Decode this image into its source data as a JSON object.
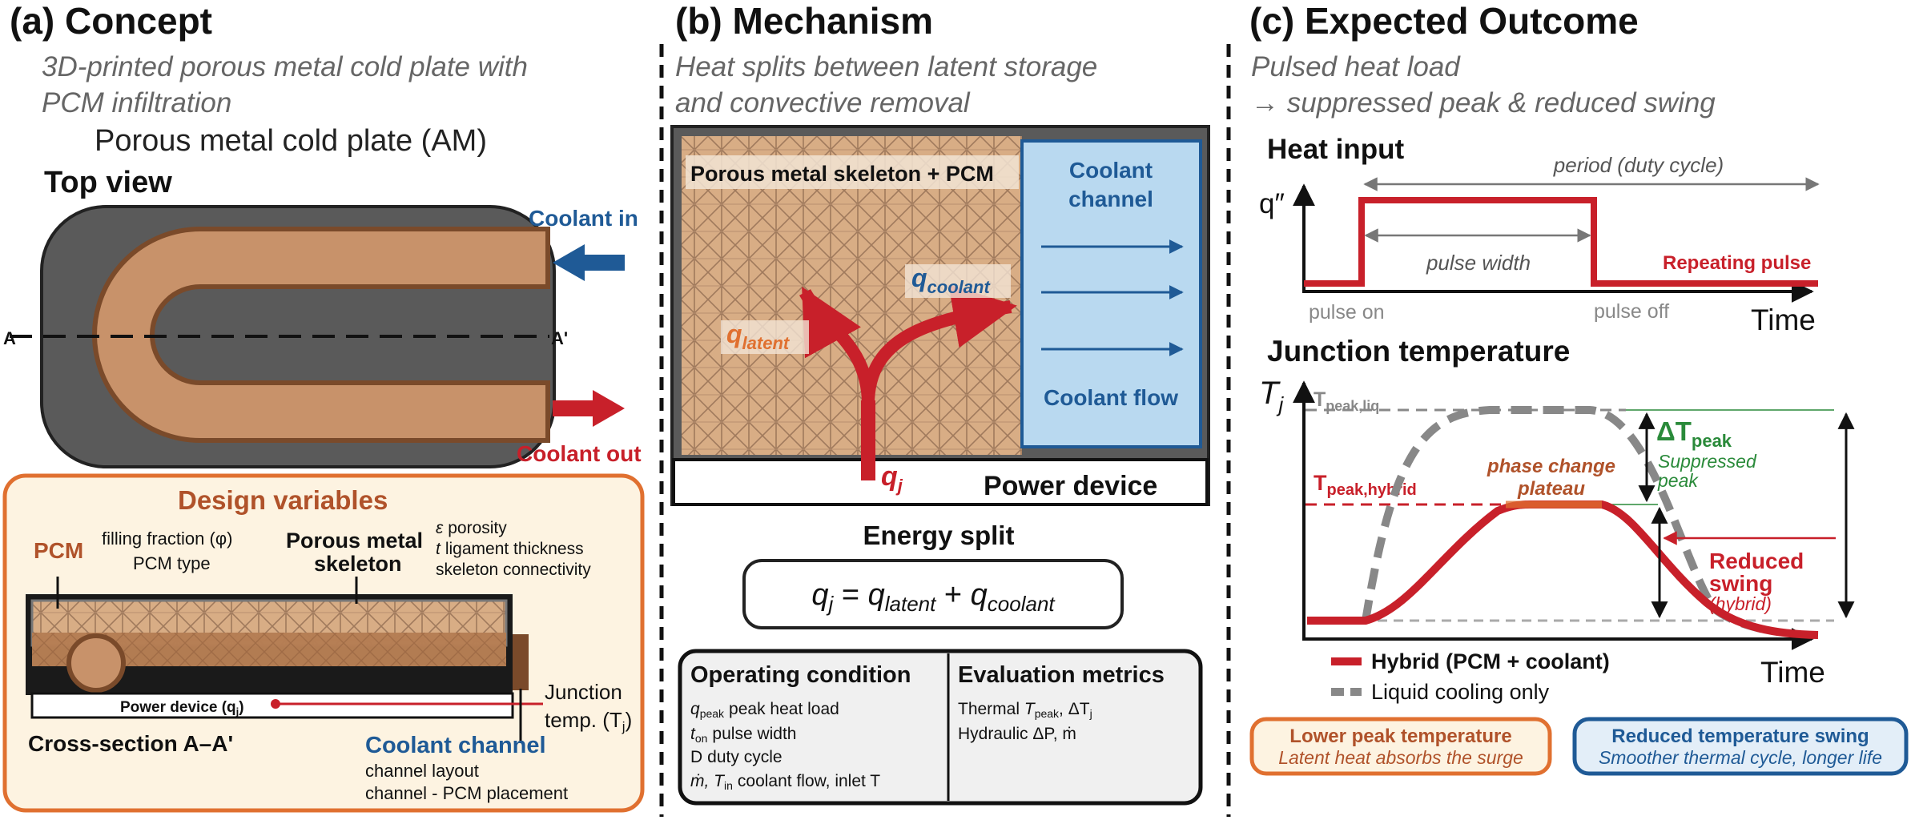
{
  "panel_a": {
    "title": "(a) Concept",
    "subtitle_line1": "3D-printed porous metal cold plate with",
    "subtitle_line2": "PCM infiltration",
    "plate_label": "Porous metal cold plate (AM)",
    "top_view_label": "Top view",
    "coolant_in": "Coolant in",
    "coolant_out": "Coolant out",
    "section_marker_left": "A",
    "section_marker_right": "A'",
    "design_title": "Design variables",
    "pcm_label": "PCM",
    "pcm_var1": "filling fraction (φ)",
    "pcm_var2": "PCM type",
    "skeleton_label1": "Porous metal",
    "skeleton_label2": "skeleton",
    "skel_var1_sym": "ε",
    "skel_var1": "porosity",
    "skel_var2_sym": "t",
    "skel_var2": "ligament thickness",
    "skel_var3": "skeleton connectivity",
    "power_device": "Power device (q",
    "power_device_sub": "j",
    "power_device_end": ")",
    "junction_line1": "Junction",
    "junction_line2_pre": "temp. (T",
    "junction_line2_sub": "j",
    "junction_line2_end": ")",
    "cross_section": "Cross-section A–A'",
    "coolant_channel": "Coolant channel",
    "channel_var1": "channel layout",
    "channel_var2": "channel - PCM placement"
  },
  "panel_b": {
    "title": "(b) Mechanism",
    "subtitle_line1": "Heat splits between latent storage",
    "subtitle_line2": "and convective removal",
    "skeleton_pcm": "Porous metal skeleton + PCM",
    "coolant_channel_1": "Coolant",
    "coolant_channel_2": "channel",
    "coolant_flow": "Coolant flow",
    "q_latent": "q",
    "q_latent_sub": "latent",
    "q_coolant": "q",
    "q_coolant_sub": "coolant",
    "q_j": "q",
    "q_j_sub": "j",
    "power_device": "Power device",
    "energy_split": "Energy split",
    "eq_qj": "q",
    "eq_qj_sub": "j",
    "eq_equals": " = ",
    "eq_ql": "q",
    "eq_ql_sub": "latent",
    "eq_plus": " + ",
    "eq_qc": "q",
    "eq_qc_sub": "coolant",
    "op_title": "Operating condition",
    "op_1_sym": "q",
    "op_1_sub": "peak",
    "op_1": "peak heat load",
    "op_2_sym": "t",
    "op_2_sub": "on",
    "op_2": "pulse width",
    "op_3_sym": "D",
    "op_3": "duty cycle",
    "op_4_sym": "ṁ, T",
    "op_4_sub": "in",
    "op_4": "coolant flow, inlet T",
    "eval_title": "Evaluation metrics",
    "eval_1_pre": "Thermal ",
    "eval_1_sym": "T",
    "eval_1_sub": "peak",
    "eval_1_mid": ", ΔT",
    "eval_1_sub2": "j",
    "eval_2": "Hydraulic ΔP, ṁ"
  },
  "panel_c": {
    "title": "(c) Expected Outcome",
    "subtitle_line1": "Pulsed heat load",
    "subtitle_line2": "→ suppressed peak & reduced swing",
    "heat_input": "Heat input",
    "q_axis": "q″",
    "period": "period (duty cycle)",
    "pulse_width": "pulse width",
    "repeating_pulse": "Repeating pulse",
    "pulse_on": "pulse on",
    "pulse_off": "pulse off",
    "time1": "Time",
    "junction_temp": "Junction temperature",
    "tj_axis": "T",
    "tj_axis_sub": "j",
    "tpeak_liq": "T",
    "tpeak_liq_sub": "peak,liq",
    "tpeak_hybrid": "T",
    "tpeak_hybrid_sub": "peak,hybrid",
    "phase_change_1": "phase change",
    "phase_change_2": "plateau",
    "delta_tpeak": "ΔT",
    "delta_tpeak_sub": "peak",
    "suppressed_1": "Suppressed",
    "suppressed_2": "peak",
    "reduced_1": "Reduced",
    "reduced_2": "swing",
    "reduced_3": "(hybrid)",
    "time2": "Time",
    "legend_hybrid": "Hybrid (PCM + coolant)",
    "legend_liquid": "Liquid cooling only",
    "box1_title": "Lower peak temperature",
    "box1_sub": "Latent heat absorbs the surge",
    "box2_title": "Reduced temperature swing",
    "box2_sub": "Smoother thermal cycle, longer life"
  },
  "colors": {
    "copper": "#c8926a",
    "copper_dark": "#7a4a2a",
    "orange": "#e07030",
    "design_brown": "#b0522a",
    "red": "#c8202a",
    "blue": "#1f5a96",
    "green": "#2a8a3a",
    "gray": "#808080",
    "plate": "#5a5a5a",
    "coolant_bg": "#b9d9f0",
    "design_bg": "#fdf3e1"
  }
}
